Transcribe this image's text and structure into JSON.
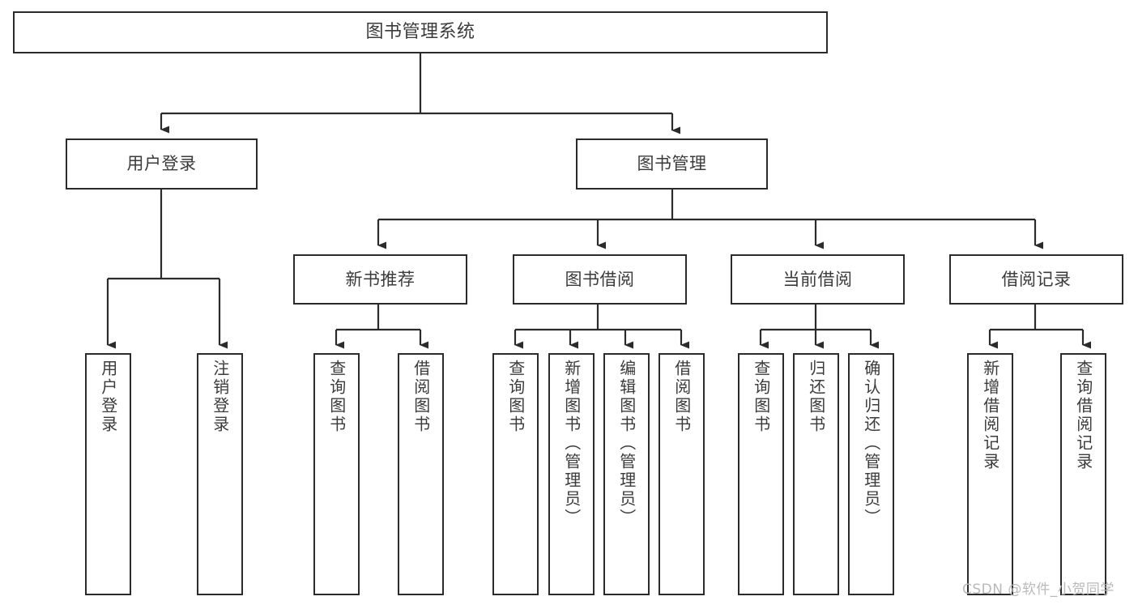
{
  "diagram": {
    "type": "tree-hierarchy",
    "title": "图书管理系统",
    "orientation": "top-down",
    "colors": {
      "border": "#2b2b2b",
      "text": "#3b3b3b",
      "background": "#ffffff",
      "watermark": "#b9b9b9"
    },
    "nodes": {
      "root": {
        "label": "图书管理系统",
        "level": 0
      },
      "level1": [
        {
          "id": "user-login",
          "label": "用户登录"
        },
        {
          "id": "book-management",
          "label": "图书管理"
        }
      ],
      "level2": [
        {
          "id": "new-book-recommend",
          "label": "新书推荐",
          "parent": "book-management"
        },
        {
          "id": "book-borrow",
          "label": "图书借阅",
          "parent": "book-management"
        },
        {
          "id": "current-borrow",
          "label": "当前借阅",
          "parent": "book-management"
        },
        {
          "id": "borrow-record",
          "label": "借阅记录",
          "parent": "book-management"
        }
      ],
      "leaves": [
        {
          "id": "leaf-user-login",
          "label": "用户登录",
          "parent": "user-login"
        },
        {
          "id": "leaf-logout-login",
          "label": "注销登录",
          "parent": "user-login"
        },
        {
          "id": "leaf-query-book-1",
          "label": "查询图书",
          "parent": "new-book-recommend"
        },
        {
          "id": "leaf-borrow-book-1",
          "label": "借阅图书",
          "parent": "new-book-recommend"
        },
        {
          "id": "leaf-query-book-2",
          "label": "查询图书",
          "parent": "book-borrow"
        },
        {
          "id": "leaf-add-book",
          "label": "新增图书（管理员）",
          "parent": "book-borrow"
        },
        {
          "id": "leaf-edit-book",
          "label": "编辑图书（管理员）",
          "parent": "book-borrow"
        },
        {
          "id": "leaf-borrow-book-2",
          "label": "借阅图书",
          "parent": "book-borrow"
        },
        {
          "id": "leaf-query-book-3",
          "label": "查询图书",
          "parent": "current-borrow"
        },
        {
          "id": "leaf-return-book",
          "label": "归还图书",
          "parent": "current-borrow"
        },
        {
          "id": "leaf-confirm-return",
          "label": "确认归还（管理员）",
          "parent": "current-borrow"
        },
        {
          "id": "leaf-add-record",
          "label": "新增借阅记录",
          "parent": "borrow-record"
        },
        {
          "id": "leaf-query-record",
          "label": "查询借阅记录",
          "parent": "borrow-record"
        }
      ]
    },
    "watermark": "CSDN @软件_小贺同学"
  }
}
